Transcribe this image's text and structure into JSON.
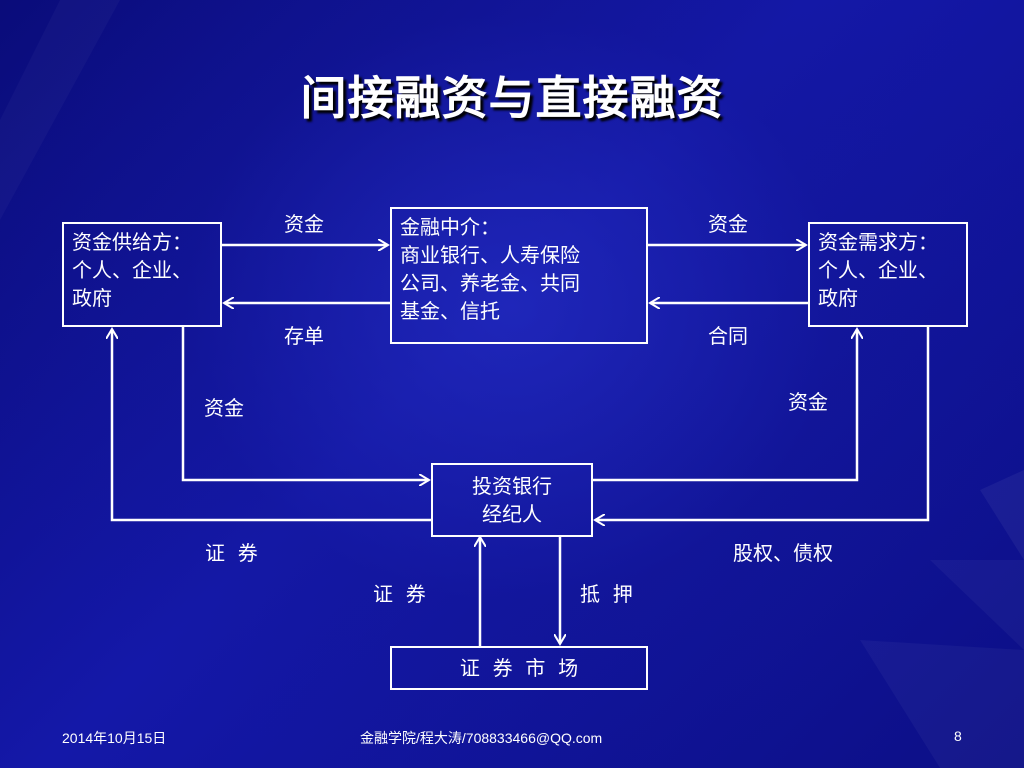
{
  "title": "间接融资与直接融资",
  "boxes": {
    "supplier": [
      "资金供给方：",
      "个人、企业、",
      "政府"
    ],
    "intermediary": [
      "金融中介：",
      "商业银行、人寿保险",
      "公司、养老金、共同",
      "基金、信托"
    ],
    "demander": [
      "资金需求方：",
      "个人、企业、",
      "政府"
    ],
    "ib": [
      "投资银行",
      "经纪人"
    ],
    "market": "证  券  市  场"
  },
  "labels": {
    "fund_top_left": "资金",
    "deposit": "存单",
    "fund_top_right": "资金",
    "contract": "合同",
    "fund_left": "资金",
    "fund_right": "资金",
    "securities_left": "证  券",
    "equity_debt": "股权、债权",
    "securities_bottom": "证  券",
    "mortgage": "抵  押"
  },
  "footer": {
    "date": "2014年10月15日",
    "author": "金融学院/程大涛/708833466@QQ.com",
    "page": "8"
  },
  "colors": {
    "background": "#0b0f8c",
    "line": "#ffffff",
    "text": "#ffffff"
  }
}
